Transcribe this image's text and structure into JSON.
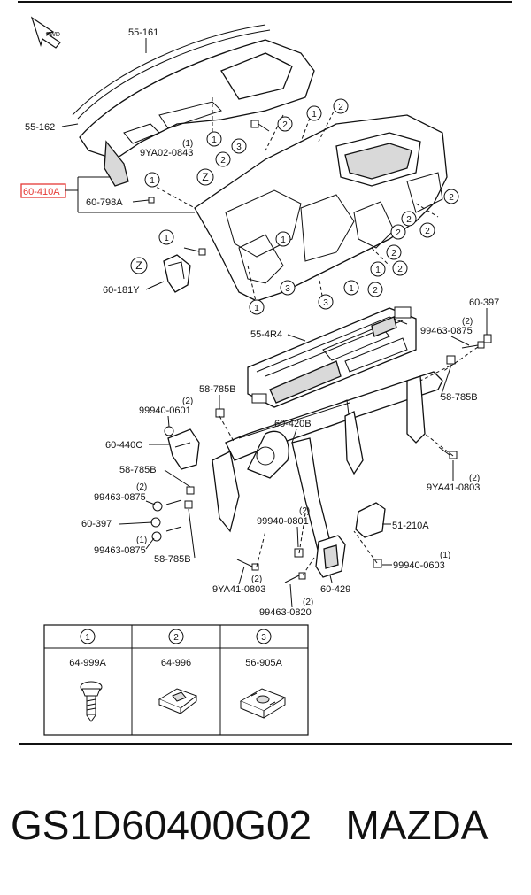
{
  "diagram": {
    "fwd_label": "FWD",
    "part_labels": {
      "p55_161": "55-161",
      "p55_162": "55-162",
      "p9ya02_0843": "9YA02-0843",
      "p9ya02_qty": "(1)",
      "p60_410a": "60-410A",
      "p60_798a": "60-798A",
      "p60_181y": "60-181Y",
      "p55_4r4": "55-4R4",
      "p60_397_top": "60-397",
      "p99463_0875_top": "99463-0875",
      "p99463_0875_top_qty": "(2)",
      "p58_785b_top_left": "58-785B",
      "p58_785b_right": "58-785B",
      "p99940_0601": "99940-0601",
      "p99940_0601_qty": "(2)",
      "p60_440c": "60-440C",
      "p60_420b": "60-420B",
      "p58_785b_mid": "58-785B",
      "p99463_0875_mid": "99463-0875",
      "p99463_0875_mid_qty": "(2)",
      "p60_397_mid": "60-397",
      "p99463_0875_low": "99463-0875",
      "p99463_0875_low_qty": "(1)",
      "p58_785b_low": "58-785B",
      "p9ya41_0803_right": "9YA41-0803",
      "p9ya41_0803_right_qty": "(2)",
      "p99940_0801": "99940-0801",
      "p99940_0801_qty": "(2)",
      "p51_210a": "51-210A",
      "p99940_0603": "99940-0603",
      "p99940_0603_qty": "(1)",
      "p9ya41_0803_low": "9YA41-0803",
      "p9ya41_0803_low_qty": "(2)",
      "p60_429": "60-429",
      "p99463_0820": "99463-0820",
      "p99463_0820_qty": "(2)"
    },
    "callout_numbers": [
      "1",
      "2",
      "3",
      "Z"
    ],
    "highlight_color": "#e53935"
  },
  "legend": {
    "headers": [
      "1",
      "2",
      "3"
    ],
    "parts": [
      "64-999A",
      "64-996",
      "56-905A"
    ]
  },
  "footer": {
    "part_number": "GS1D60400G02",
    "brand": "MAZDA"
  }
}
